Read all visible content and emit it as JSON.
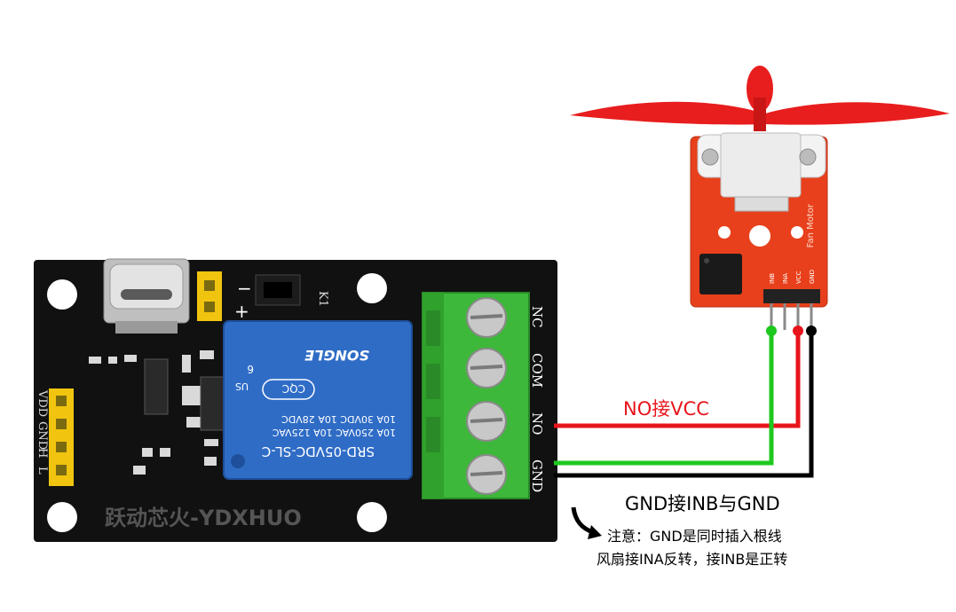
{
  "relay_board": {
    "relay_lines": [
      "SRD-05VDC-SL-C",
      "10A 250VAC  10A 125VAC",
      "10A 30VDC  10A 28VDC"
    ],
    "relay_brand": "SONGLE",
    "relay_ul": "US",
    "relay_cqc": "CQC",
    "relay_pin": "6",
    "k1": "K1",
    "terminal_labels": [
      "NC",
      "COM",
      "NO",
      "GND"
    ],
    "header_labels": [
      "VDD",
      "GND",
      "H",
      "L"
    ],
    "watermark": "跃动芯火-YDXHUO",
    "polarity_minus": "−",
    "polarity_plus": "+"
  },
  "fan_module": {
    "board_title": "Fan Motor",
    "pin_labels": [
      "INB",
      "INA",
      "VCC",
      "GND"
    ]
  },
  "annotations": {
    "no_vcc": "NO接VCC",
    "gnd_inb": "GND接INB与GND",
    "note_line1": "注意：GND是同时插入根线",
    "note_line2": "风扇接INA反转，接INB是正转"
  },
  "colors": {
    "wire_red": "#e8141b",
    "wire_green": "#1ec81e",
    "wire_black": "#000000",
    "relay_blue": "#2f6cc6",
    "terminal_green": "#3db83a",
    "fan_board_red": "#e8401c",
    "pcb_black": "#111111"
  }
}
